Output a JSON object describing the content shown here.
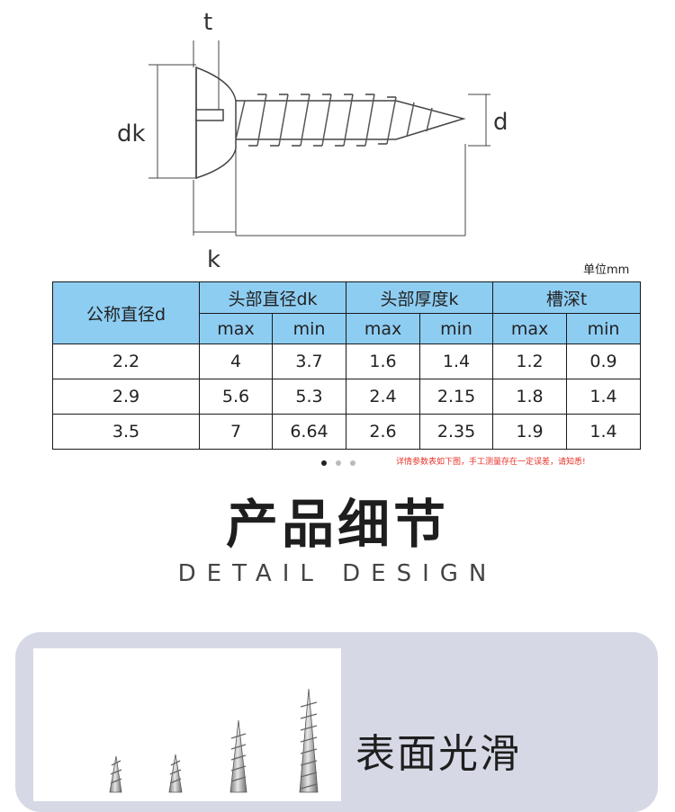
{
  "diagram": {
    "labels": {
      "t": "t",
      "dk": "dk",
      "d": "d",
      "k": "k"
    }
  },
  "unit_label": "单位mm",
  "table": {
    "header_main": "公称直径d",
    "groups": [
      "头部直径dk",
      "头部厚度k",
      "槽深t"
    ],
    "sub": [
      "max",
      "min"
    ],
    "rows": [
      [
        "2.2",
        "4",
        "3.7",
        "1.6",
        "1.4",
        "1.2",
        "0.9"
      ],
      [
        "2.9",
        "5.6",
        "5.3",
        "2.4",
        "2.15",
        "1.8",
        "1.4"
      ],
      [
        "3.5",
        "7",
        "6.64",
        "2.6",
        "2.35",
        "1.9",
        "1.4"
      ]
    ]
  },
  "carousel": {
    "count": 3,
    "active": 0
  },
  "note": "详情参数表如下图，手工测量存在一定误差，请知悉!",
  "section": {
    "title_cn": "产品细节",
    "title_en": "DETAIL DESIGN"
  },
  "feature": {
    "title": "表面光滑",
    "image_icon": "screws-photo"
  },
  "colors": {
    "table_header": "#8ecdf2",
    "card_bg": "#d6d9e5",
    "note": "#e8332a"
  }
}
